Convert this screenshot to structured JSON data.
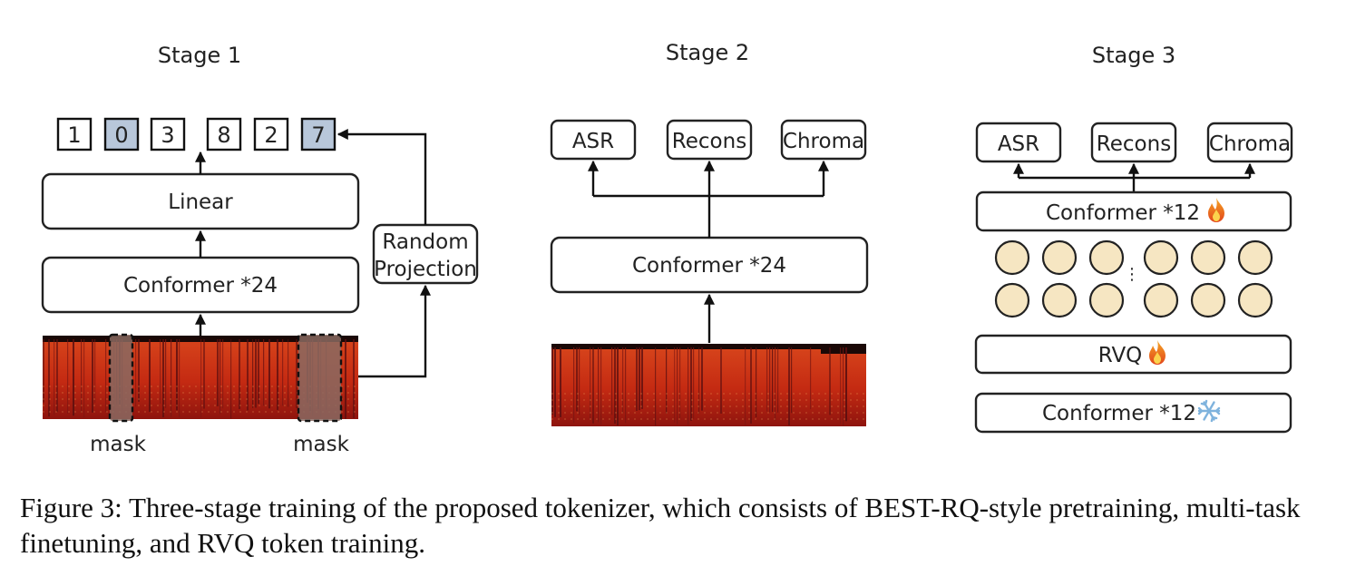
{
  "colors": {
    "token_highlight": "#b8c7da",
    "node_fill": "#f6e6c2",
    "mask_fill": "#8a6a62",
    "spectrogram_base": "#c62a12",
    "line": "#111111"
  },
  "stage1": {
    "title": "Stage 1",
    "tokens": [
      {
        "text": "1",
        "highlighted": false
      },
      {
        "text": "0",
        "highlighted": true
      },
      {
        "text": "3",
        "highlighted": false
      },
      {
        "text": "8",
        "highlighted": false
      },
      {
        "text": "2",
        "highlighted": false
      },
      {
        "text": "7",
        "highlighted": true
      }
    ],
    "linear_label": "Linear",
    "conformer_label": "Conformer *24",
    "projection_label_line1": "Random",
    "projection_label_line2": "Projection",
    "mask_left_label": "mask",
    "mask_right_label": "mask"
  },
  "stage2": {
    "title": "Stage 2",
    "heads": [
      "ASR",
      "Recons",
      "Chroma"
    ],
    "conformer_label": "Conformer *24"
  },
  "stage3": {
    "title": "Stage 3",
    "heads": [
      "ASR",
      "Recons",
      "Chroma"
    ],
    "conformer_top_label": "Conformer *12",
    "rvq_label": "RVQ",
    "conformer_bottom_label": "Conformer *12",
    "trainable_icon": "fire-icon",
    "frozen_icon": "snowflake-icon",
    "vertical_ellipsis": "⋮"
  },
  "caption": "Figure 3: Three-stage training of the proposed tokenizer, which consists of BEST-RQ-style pretraining, multi-task finetuning, and RVQ token training."
}
